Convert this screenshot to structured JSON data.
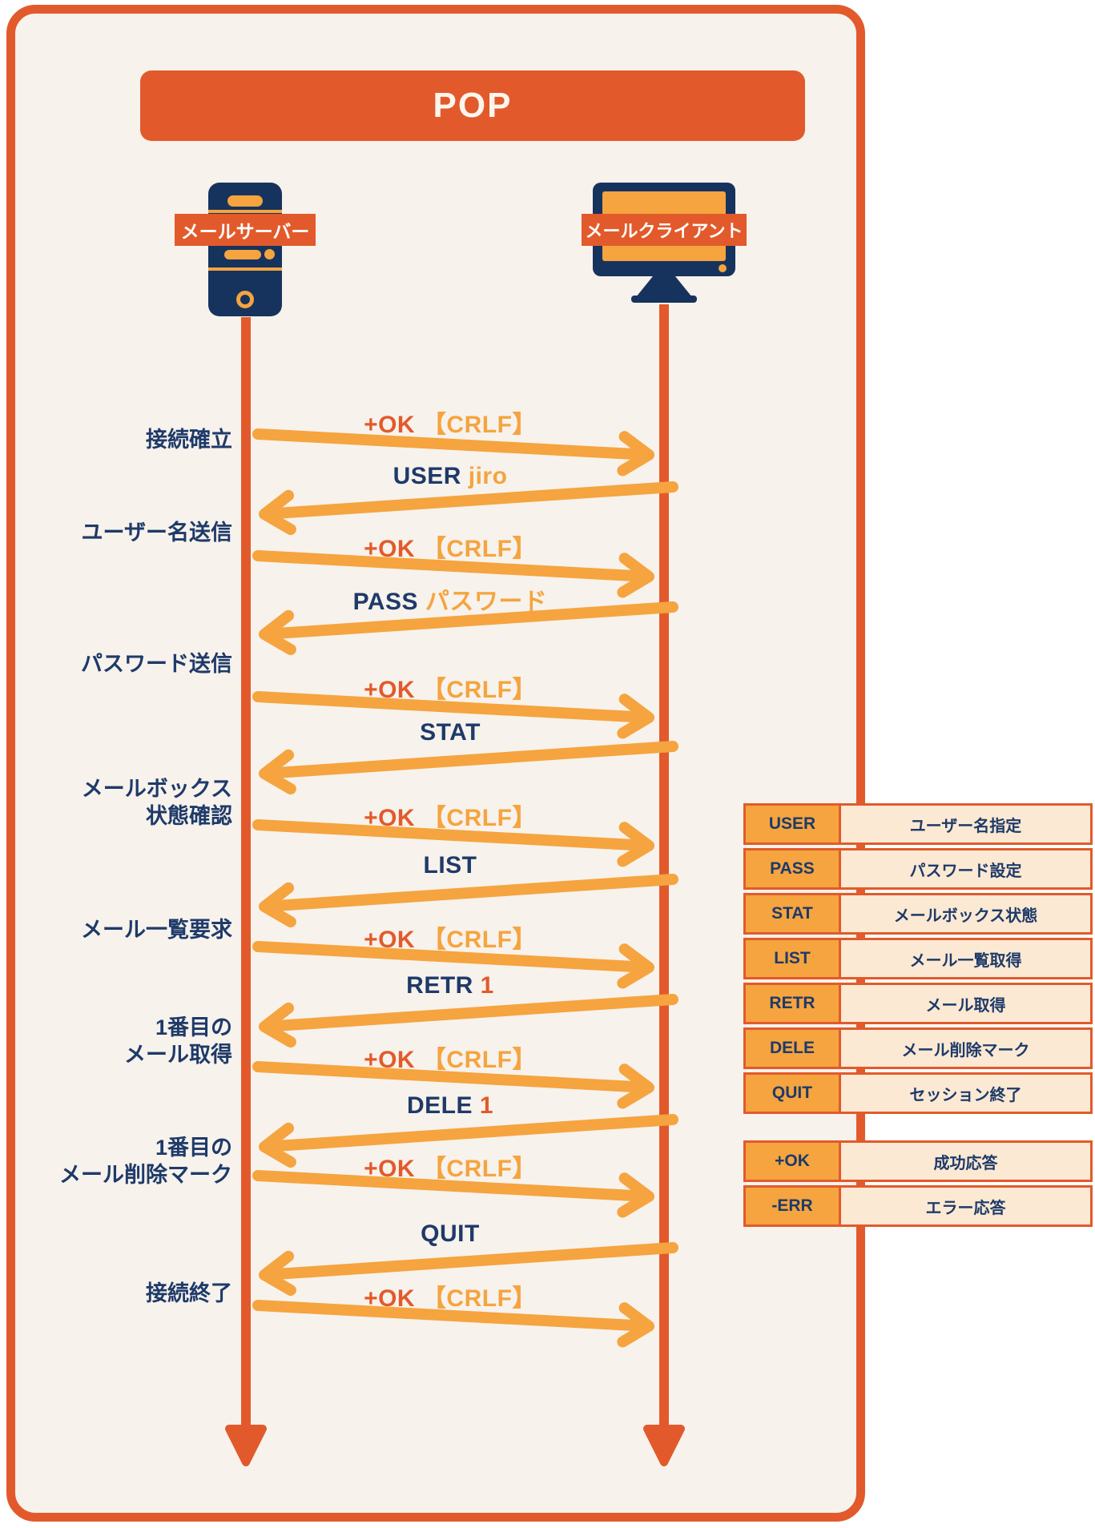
{
  "header": {
    "title": "POP"
  },
  "actors": {
    "server": {
      "label": "メールサーバー"
    },
    "client": {
      "label": "メールクライアント"
    }
  },
  "sequence": {
    "phases": [
      {
        "name": "connection-established",
        "lines": [
          "接続確立"
        ]
      },
      {
        "name": "username-sent",
        "lines": [
          "ユーザー名送信"
        ]
      },
      {
        "name": "password-sent",
        "lines": [
          "パスワード送信"
        ]
      },
      {
        "name": "mailbox-status-check",
        "lines": [
          "メールボックス",
          "状態確認"
        ]
      },
      {
        "name": "mail-list-request",
        "lines": [
          "メール一覧要求"
        ]
      },
      {
        "name": "first-mail-retrieval",
        "lines": [
          "1番目の",
          "メール取得"
        ]
      },
      {
        "name": "first-mail-delete-mark",
        "lines": [
          "1番目の",
          "メール削除マーク"
        ]
      },
      {
        "name": "connection-closed",
        "lines": [
          "接続終了"
        ]
      }
    ],
    "messages": [
      {
        "name": "ok-crlf-1",
        "dir": "right",
        "parts": [
          {
            "text": "+OK ",
            "color": "accent"
          },
          {
            "text": "【CRLF】",
            "color": "orange"
          }
        ]
      },
      {
        "name": "user-jiro",
        "dir": "left",
        "parts": [
          {
            "text": "USER ",
            "color": "navy"
          },
          {
            "text": "jiro",
            "color": "orange"
          }
        ]
      },
      {
        "name": "ok-crlf-2",
        "dir": "right",
        "parts": [
          {
            "text": "+OK ",
            "color": "accent"
          },
          {
            "text": "【CRLF】",
            "color": "orange"
          }
        ]
      },
      {
        "name": "pass-password",
        "dir": "left",
        "parts": [
          {
            "text": "PASS ",
            "color": "navy"
          },
          {
            "text": "パスワード",
            "color": "orange"
          }
        ]
      },
      {
        "name": "ok-crlf-3",
        "dir": "right",
        "parts": [
          {
            "text": "+OK ",
            "color": "accent"
          },
          {
            "text": "【CRLF】",
            "color": "orange"
          }
        ]
      },
      {
        "name": "stat",
        "dir": "left",
        "parts": [
          {
            "text": "STAT",
            "color": "navy"
          }
        ]
      },
      {
        "name": "ok-crlf-4",
        "dir": "right",
        "parts": [
          {
            "text": "+OK ",
            "color": "accent"
          },
          {
            "text": "【CRLF】",
            "color": "orange"
          }
        ]
      },
      {
        "name": "list",
        "dir": "left",
        "parts": [
          {
            "text": "LIST",
            "color": "navy"
          }
        ]
      },
      {
        "name": "ok-crlf-5",
        "dir": "right",
        "parts": [
          {
            "text": "+OK ",
            "color": "accent"
          },
          {
            "text": "【CRLF】",
            "color": "orange"
          }
        ]
      },
      {
        "name": "retr-1",
        "dir": "left",
        "parts": [
          {
            "text": "RETR ",
            "color": "navy"
          },
          {
            "text": "1",
            "color": "accent"
          }
        ]
      },
      {
        "name": "ok-crlf-6",
        "dir": "right",
        "parts": [
          {
            "text": "+OK ",
            "color": "accent"
          },
          {
            "text": "【CRLF】",
            "color": "orange"
          }
        ]
      },
      {
        "name": "dele-1",
        "dir": "left",
        "parts": [
          {
            "text": "DELE ",
            "color": "navy"
          },
          {
            "text": "1",
            "color": "accent"
          }
        ]
      },
      {
        "name": "ok-crlf-7",
        "dir": "right",
        "parts": [
          {
            "text": "+OK ",
            "color": "accent"
          },
          {
            "text": "【CRLF】",
            "color": "orange"
          }
        ]
      },
      {
        "name": "quit",
        "dir": "left",
        "parts": [
          {
            "text": "QUIT",
            "color": "navy"
          }
        ]
      },
      {
        "name": "ok-crlf-8",
        "dir": "right",
        "parts": [
          {
            "text": "+OK ",
            "color": "accent"
          },
          {
            "text": "【CRLF】",
            "color": "orange"
          }
        ]
      }
    ]
  },
  "command_table": {
    "rows": [
      {
        "command": "USER",
        "description": "ユーザー名指定"
      },
      {
        "command": "PASS",
        "description": "パスワード設定"
      },
      {
        "command": "STAT",
        "description": "メールボックス状態"
      },
      {
        "command": "LIST",
        "description": "メール一覧取得"
      },
      {
        "command": "RETR",
        "description": "メール取得"
      },
      {
        "command": "DELE",
        "description": "メール削除マーク"
      },
      {
        "command": "QUIT",
        "description": "セッション終了"
      }
    ]
  },
  "response_table": {
    "rows": [
      {
        "command": "+OK",
        "description": "成功応答"
      },
      {
        "command": "-ERR",
        "description": "エラー応答"
      }
    ]
  },
  "colors": {
    "accent": "#E25A2B",
    "orange": "#F5A43F",
    "navy": "#1E3A69",
    "panel_background": "#F7F2EC",
    "table_cell_background": "#FBE9D3"
  }
}
